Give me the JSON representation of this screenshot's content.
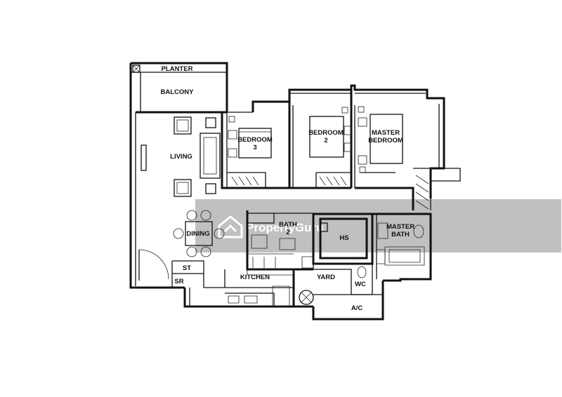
{
  "rooms": {
    "planter": "PLANTER",
    "balcony": "BALCONY",
    "living": "LIVING",
    "dining": "DINING",
    "bedroom3_l1": "BEDROOM",
    "bedroom3_l2": "3",
    "bedroom2_l1": "BEDROOM",
    "bedroom2_l2": "2",
    "master_l1": "MASTER",
    "master_l2": "BEDROOM",
    "bath2_l1": "BATH",
    "bath2_l2": "2",
    "hs": "HS",
    "master_bath_l1": "MASTER",
    "master_bath_l2": "BATH",
    "kitchen": "KITCHEN",
    "yard": "YARD",
    "wc": "WC",
    "ac": "A/C",
    "st": "ST",
    "sr": "SR"
  },
  "watermark": {
    "text": "PropertyGuru",
    "color": "#b5b5b5"
  }
}
